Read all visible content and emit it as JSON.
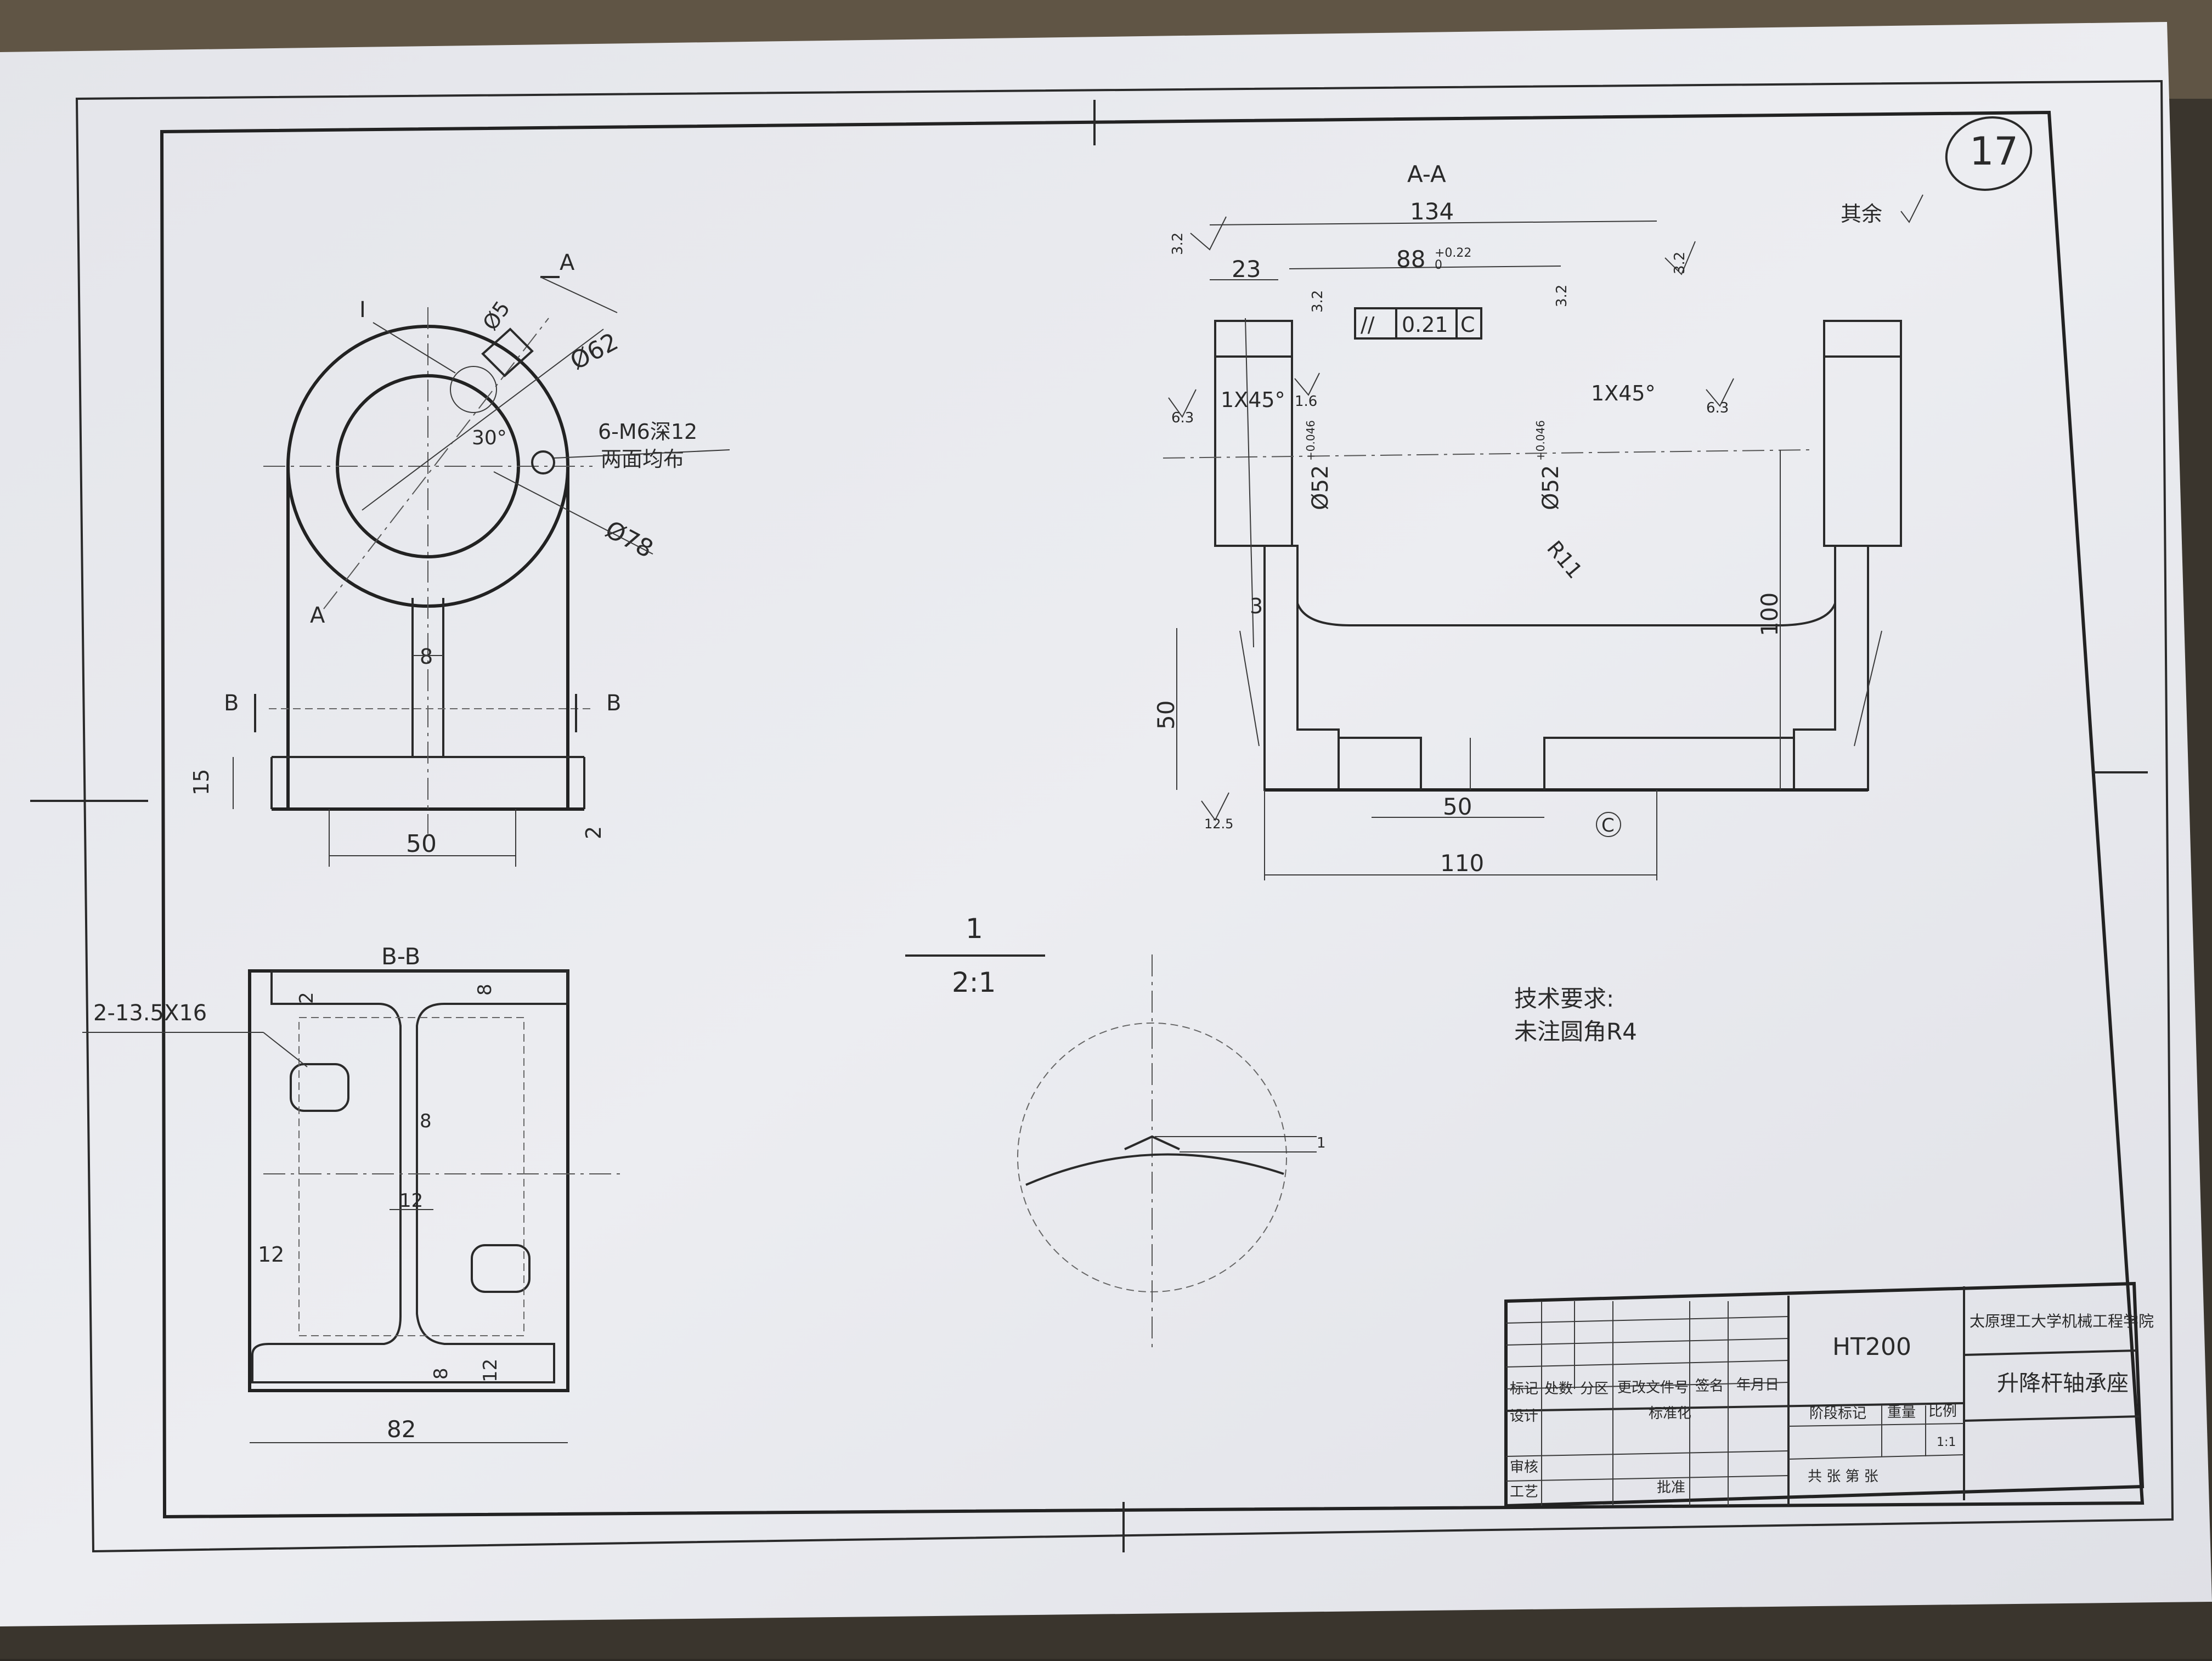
{
  "drawing": {
    "sheet_number": "17",
    "section_aa": "A-A",
    "section_bb": "B-B",
    "surface_rest": "其余",
    "detail": {
      "num": "1",
      "scale": "2:1"
    },
    "tech_req": {
      "title": "技术要求:",
      "line1": "未注圆角R4"
    }
  },
  "front_view": {
    "label_I": "I",
    "label_A_top": "A",
    "label_A_bottom": "A",
    "label_B_left": "B",
    "label_B_right": "B",
    "dim_phi5": "Ø5",
    "dim_phi62": "Ø62",
    "dim_angle": "30°",
    "dim_phi78": "Ø78",
    "note_thread": "6-M6深12",
    "note_thread2": "两面均布",
    "dim_8": "8",
    "dim_15": "15",
    "dim_50": "50",
    "dim_2": "2"
  },
  "section_a": {
    "dim_134": "134",
    "dim_88": "88",
    "tol_88": "+0.22",
    "tol_88b": "0",
    "dim_23": "23",
    "tol_frame_sym": "//",
    "tol_frame_val": "0.21",
    "tol_frame_ref": "C",
    "chamfer_left": "1X45°",
    "chamfer_right": "1X45°",
    "dim_phi52_left": "Ø52",
    "dim_phi52_right": "Ø52",
    "tol_phi52": "+0.046",
    "tol_phi52b": "0",
    "dim_R11": "R11",
    "dim_3": "3",
    "dim_100": "100",
    "dim_50v": "50",
    "dim_50h": "50",
    "dim_110": "110",
    "datum_C": "C",
    "rough_32": "3.2",
    "rough_16": "1.6",
    "rough_63": "6.3",
    "rough_125": "12.5"
  },
  "section_b": {
    "slot_note": "2-13.5X16",
    "dim_2": "2",
    "dim_8a": "8",
    "dim_8b": "8",
    "dim_12a": "12",
    "dim_12b": "12",
    "dim_8c": "8",
    "dim_12c": "12",
    "dim_82": "82"
  },
  "detail_view": {
    "dim_1": "1"
  },
  "title_block": {
    "material": "HT200",
    "school": "太原理工大学机械工程学院",
    "part_name": "升降杆轴承座",
    "h_mark": "标记",
    "h_count": "处数",
    "h_zone": "分区",
    "h_doc": "更改文件号",
    "h_sign": "签名",
    "h_date": "年月日",
    "design": "设计",
    "standard": "标准化",
    "review": "审核",
    "process": "工艺",
    "approve": "批准",
    "stage": "阶段标记",
    "weight": "重量",
    "ratio": "比例",
    "ratio_val": "1:1",
    "sheets": "共    张 第    张"
  },
  "colors": {
    "paper": "#e9eaee",
    "ink": "#2a2a2a",
    "background": "#2e2a24"
  }
}
